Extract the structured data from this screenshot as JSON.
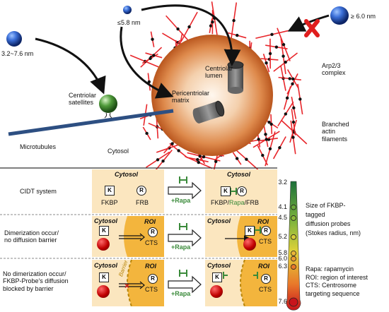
{
  "top": {
    "size_small_range": "3.2~7.6 nm",
    "size_pass": "≤5.8 nm",
    "size_block": "≥ 6.0 nm",
    "block_mark": "X",
    "centriolar_lumen": "Centriolar\nlumen",
    "pericentriolar_matrix": "Pericentriolar\nmatrix",
    "arp23": "Arp2/3\ncomplex",
    "branched_actin": "Branched\nactin\nfilaments",
    "centriolar_satellites": "Centriolar\nsatellites",
    "microtubules": "Microtubules",
    "cytosol": "Cytosol"
  },
  "table": {
    "rows": [
      {
        "label": "CIDT system",
        "left_header": "Cytosol",
        "right_header": "Cytosol",
        "fkbp_label": "FKBP",
        "frb_label": "FRB",
        "k": "K",
        "r": "R",
        "result_label_a": "FKBP/",
        "result_label_b": "Rapa",
        "result_label_c": "/FRB",
        "rapa": "+Rapa"
      },
      {
        "label": "Dimerization occur/\nno diffusion barrier",
        "left_header": "Cytosol",
        "left_roi": "ROI",
        "right_header": "Cytosol",
        "right_roi": "ROI",
        "k": "K",
        "r": "R",
        "cts": "CTS",
        "rapa": "+Rapa"
      },
      {
        "label": "No dimerization occur/\nFKBP-Probe's diffusion\nblocked by barrier",
        "left_header": "Cytosol",
        "left_roi": "ROI",
        "barrier": "Barrier",
        "right_header": "Cytosol",
        "right_roi": "ROI",
        "k": "K",
        "r": "R",
        "cts": "CTS",
        "rapa": "+Rapa"
      }
    ]
  },
  "scale": {
    "ticks": [
      "3.2",
      "4.1",
      "4.5",
      "5.2",
      "5.8",
      "6.0",
      "6.3",
      "7.6"
    ],
    "caption": "Size of FKBP-\ntagged\ndiffusion probes\n(Stokes radius, nm)",
    "legend": "Rapa: rapamycin\nROI: region of interest\nCTS: Centrosome\ntargeting sequence"
  },
  "colors": {
    "cytosol_fill": "#fbe6bf",
    "roi_fill": "#f3b53d",
    "actin": "#e8262b",
    "arrow_green": "#3a8a3a"
  }
}
